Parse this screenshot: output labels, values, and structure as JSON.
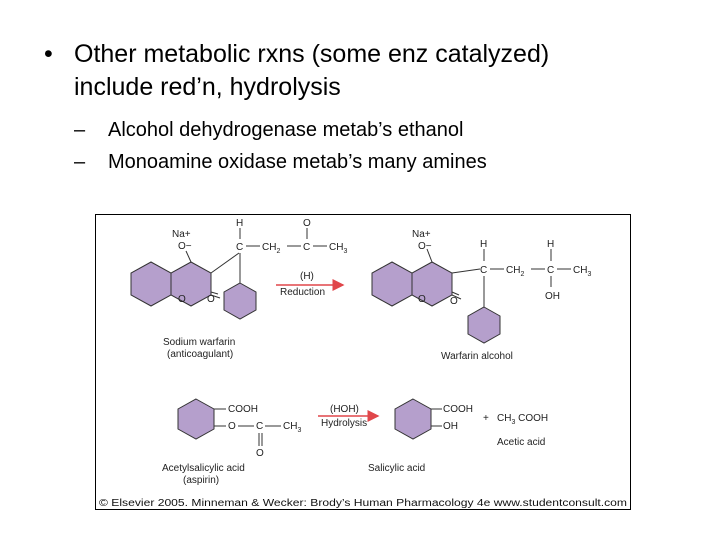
{
  "slide": {
    "bullet_symbol": "•",
    "bullet_line1": "Other metabolic rxns (some enz catalyzed)",
    "bullet_line2": "include red’n, hydrolysis",
    "dash": "–",
    "sub1": "Alcohol dehydrogenase metab’s ethanol",
    "sub2": "Monoamine oxidase metab’s many amines"
  },
  "figure": {
    "colors": {
      "ring_fill": "#b59fcc",
      "ring_stroke": "#333333",
      "arrow": "#e0464a"
    },
    "top_left": {
      "na": "Na+",
      "o_minus": "O−",
      "h": "H",
      "c": "C",
      "ch2": "CH",
      "ch2_sub": "2",
      "c2": "C",
      "ch3": "CH",
      "ch3_sub": "3",
      "o_top": "O",
      "o_ring": "O",
      "o_carbonyl": "O"
    },
    "reaction1": {
      "reagent": "(H)",
      "name": "Reduction"
    },
    "top_right": {
      "na": "Na+",
      "o_minus": "O−",
      "h1": "H",
      "h2": "H",
      "c1": "C",
      "ch2": "CH",
      "ch2_sub": "2",
      "c2": "C",
      "ch3": "CH",
      "ch3_sub": "3",
      "oh": "OH",
      "o_ring": "O",
      "o_carbonyl": "O"
    },
    "caption_left_1": "Sodium warfarin",
    "caption_left_2": "(anticoagulant)",
    "caption_right": "Warfarin alcohol",
    "bottom_left": {
      "cooh": "COOH",
      "o": "O",
      "c": "C",
      "ch3": "CH",
      "ch3_sub": "3",
      "o_bottom": "O"
    },
    "reaction2": {
      "reagent": "(HOH)",
      "name": "Hydrolysis"
    },
    "bottom_right": {
      "cooh": "COOH",
      "oh": "OH",
      "plus": "+",
      "acetic_formula_1": "CH",
      "acetic_formula_sub": "3",
      "acetic_formula_2": " COOH",
      "acetic_name": "Acetic acid"
    },
    "caption_aspirin_1": "Acetylsalicylic acid",
    "caption_aspirin_2": "(aspirin)",
    "caption_salicylic": "Salicylic acid",
    "copyright": "© Elsevier 2005. Minneman & Wecker: Brody’s Human Pharmacology 4e www.studentconsult.com"
  }
}
